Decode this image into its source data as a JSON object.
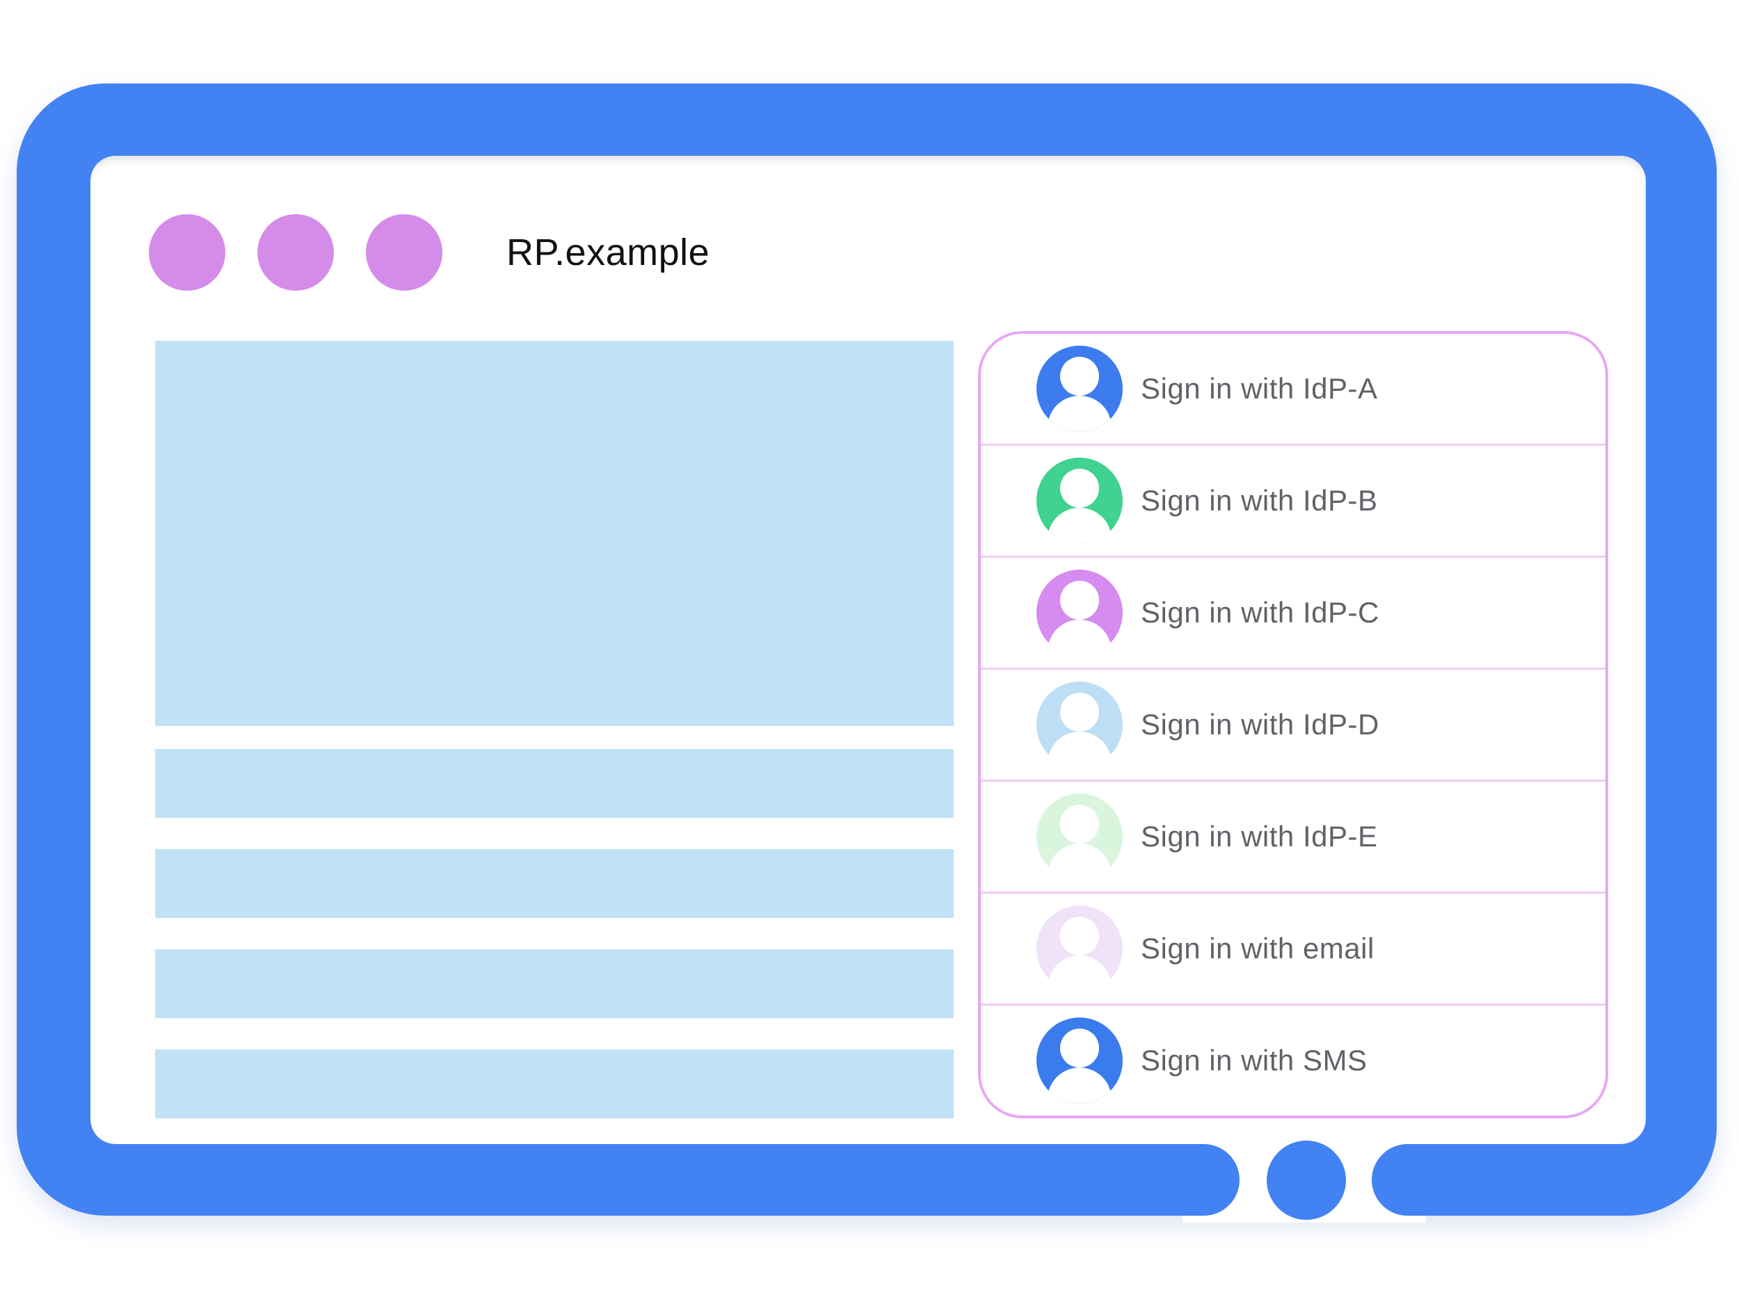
{
  "device": {
    "frame_color": "#4382F2",
    "home_button_icon": "home-button",
    "screen_color": "#FFFFFF"
  },
  "window": {
    "title": "RP.example",
    "controls": {
      "count": 3,
      "color": "#D58CE9"
    }
  },
  "content_placeholders": {
    "color": "#C1E1F5",
    "hero_block_count": 1,
    "text_bar_count": 4
  },
  "signin_panel": {
    "border_color": "#E7A7F2",
    "divider_color": "#F2CBF5",
    "label_color": "#5F6368",
    "options": [
      {
        "label": "Sign in with IdP-A",
        "avatar_color": "#3C7CEE",
        "icon": "person-icon"
      },
      {
        "label": "Sign in with IdP-B",
        "avatar_color": "#3FD291",
        "icon": "person-icon"
      },
      {
        "label": "Sign in with IdP-C",
        "avatar_color": "#D58BEF",
        "icon": "person-icon"
      },
      {
        "label": "Sign in with IdP-D",
        "avatar_color": "#BDDEF4",
        "icon": "person-icon"
      },
      {
        "label": "Sign in with IdP-E",
        "avatar_color": "#D9F5DE",
        "icon": "person-icon"
      },
      {
        "label": "Sign in with email",
        "avatar_color": "#F0E2F8",
        "icon": "person-icon"
      },
      {
        "label": "Sign in with SMS",
        "avatar_color": "#3B7CEC",
        "icon": "person-icon"
      }
    ]
  }
}
